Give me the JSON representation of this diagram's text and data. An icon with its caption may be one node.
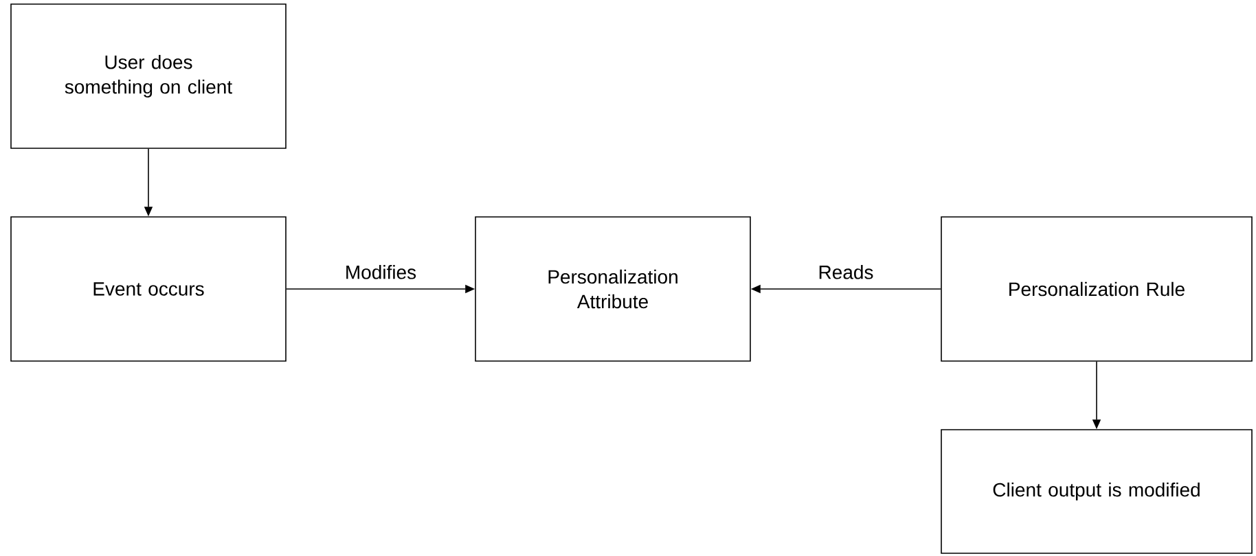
{
  "diagram": {
    "nodes": [
      {
        "text": [
          "User does something on client"
        ]
      },
      {
        "text": [
          "Event occurs"
        ]
      },
      {
        "text": [
          "Personalization Attribute"
        ]
      },
      {
        "text": [
          "Personalization Rule"
        ]
      },
      {
        "text": [
          "Client output is modified"
        ]
      }
    ],
    "edges": [
      {
        "from": 0,
        "to": 1,
        "arrow": "to"
      },
      {
        "from": 1,
        "to": 2,
        "arrow": "to",
        "label": "Modifies"
      },
      {
        "from": 3,
        "to": 2,
        "arrow": "to",
        "label": "Reads"
      },
      {
        "from": 3,
        "to": 4,
        "arrow": "to"
      }
    ]
  }
}
